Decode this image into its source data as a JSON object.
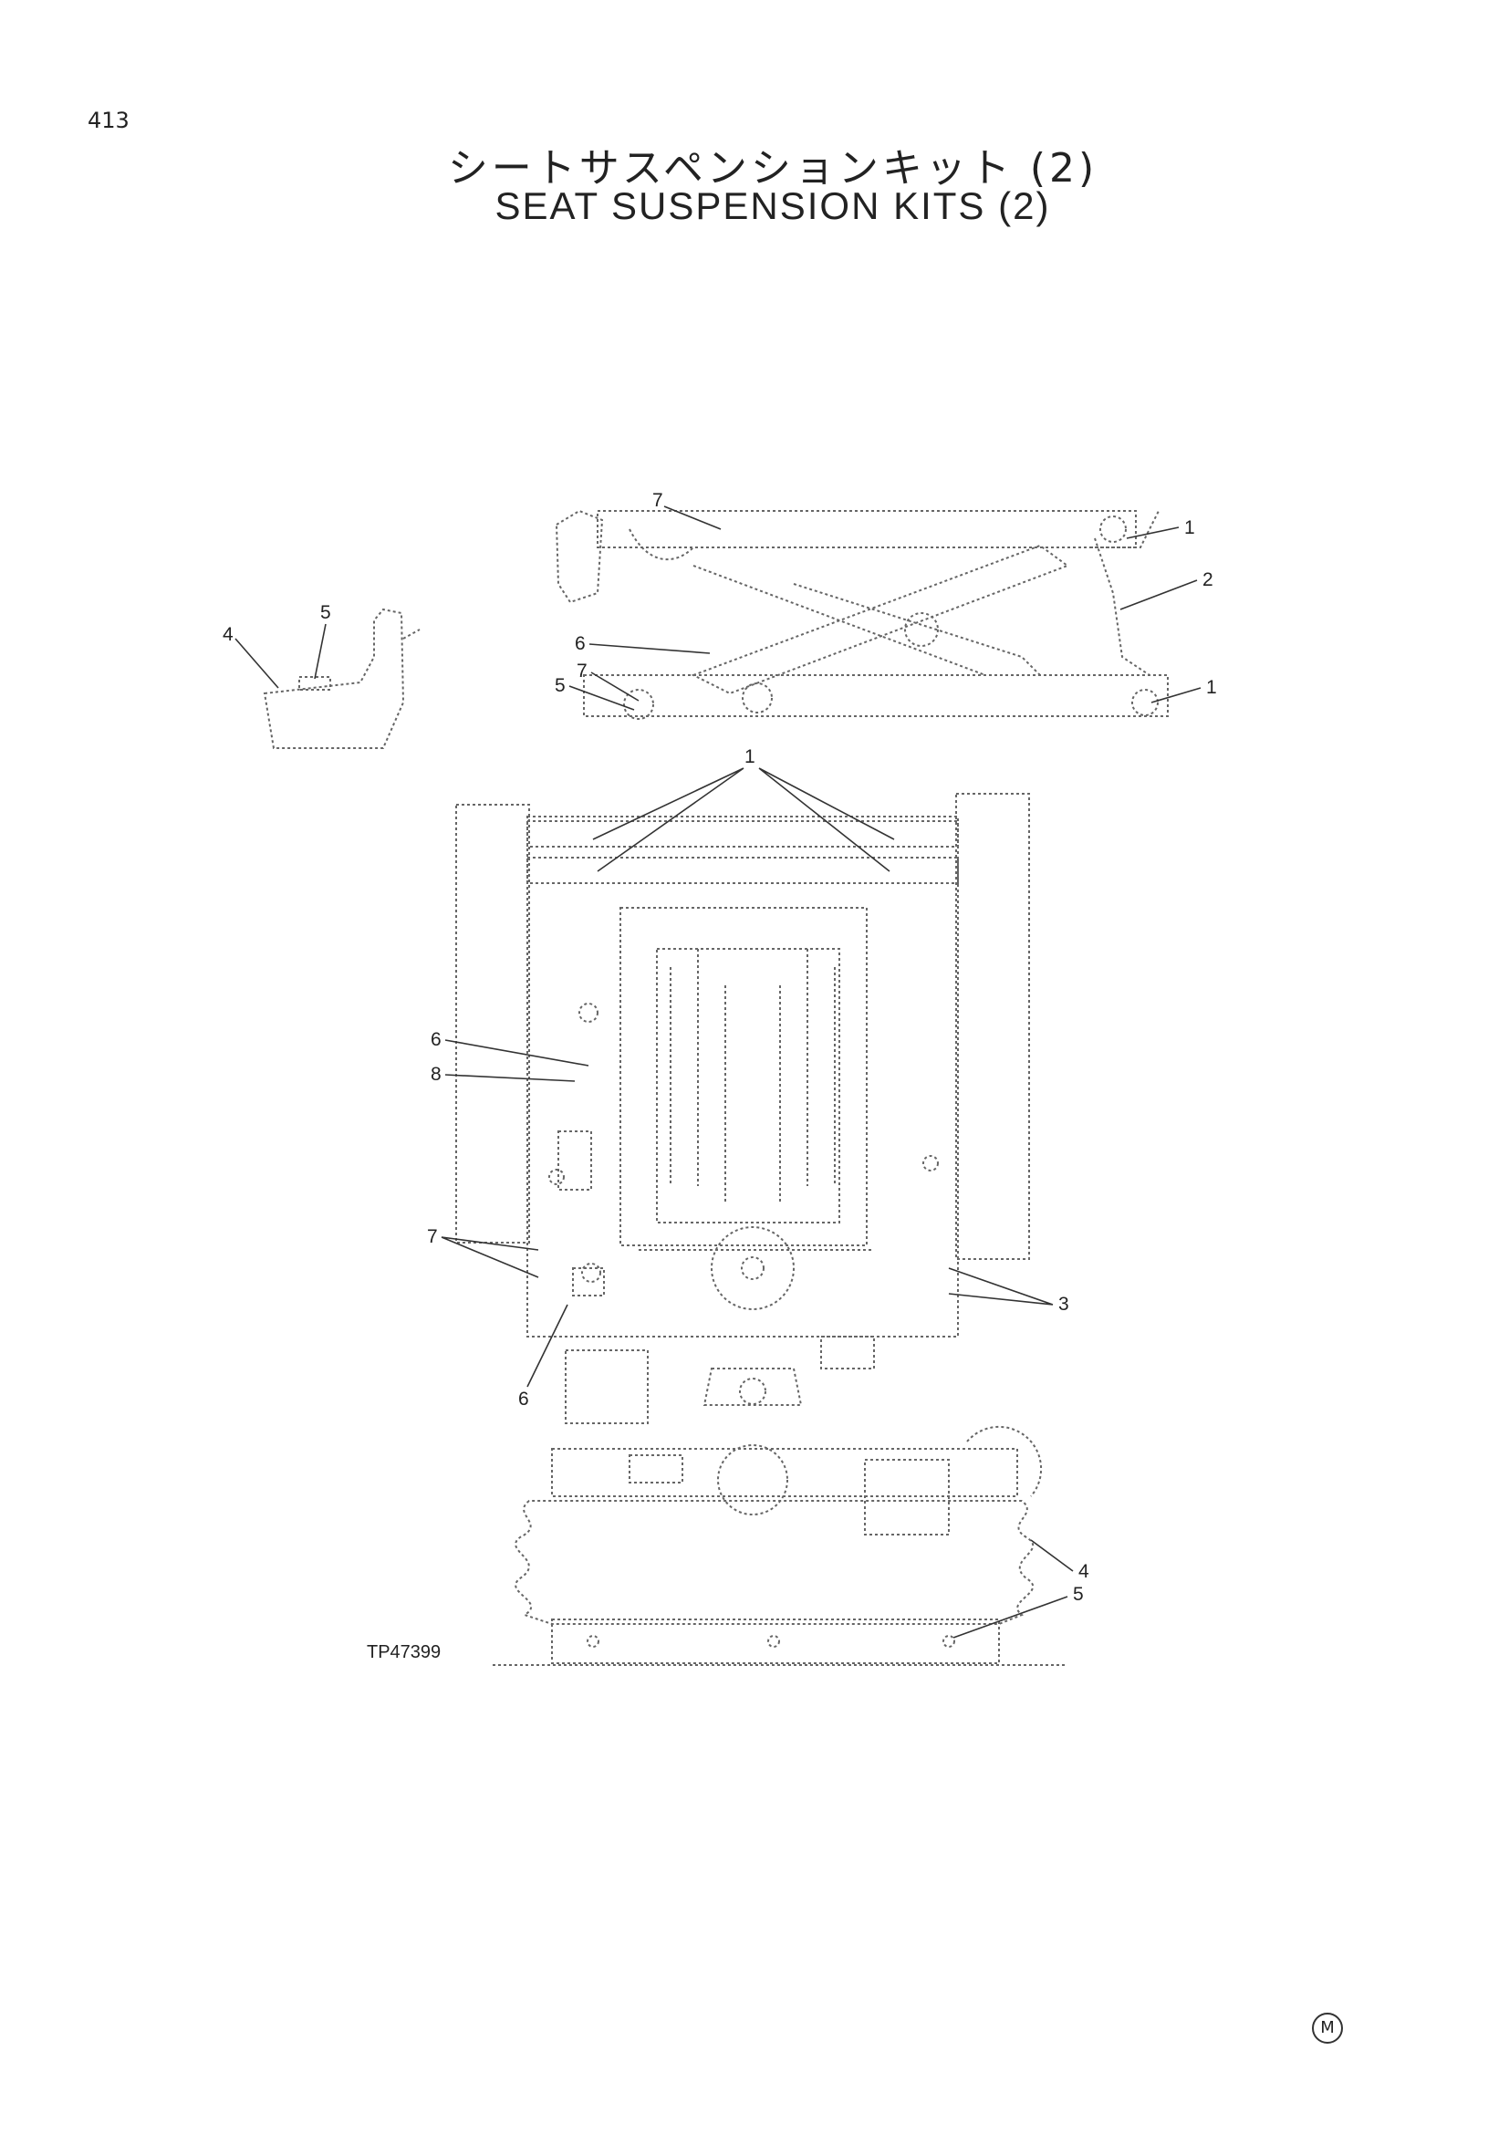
{
  "page_number": "413",
  "title_jp": "シートサスペンションキット (2)",
  "title_en": "SEAT  SUSPENSION  KITS  (2)",
  "reference_code": "TP47399",
  "mark": "M",
  "callouts": {
    "side_view": [
      "7",
      "1",
      "2",
      "6",
      "7",
      "5",
      "1"
    ],
    "armrest": [
      "4",
      "5"
    ],
    "top_view": [
      "1",
      "6",
      "8",
      "7",
      "6",
      "3"
    ],
    "bellows": [
      "4",
      "5"
    ]
  }
}
